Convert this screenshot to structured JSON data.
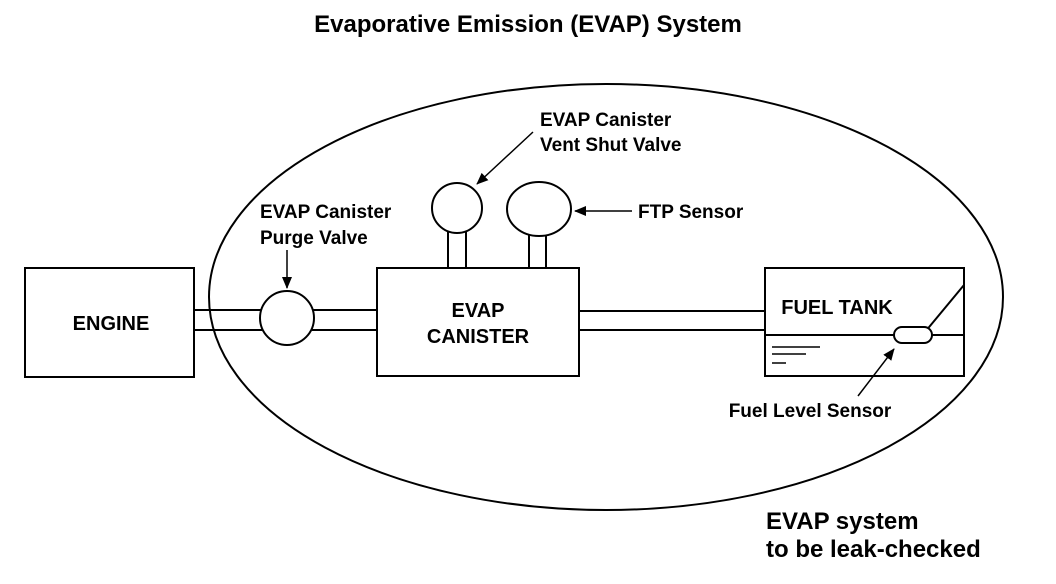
{
  "title": "Evaporative Emission (EVAP) System",
  "components": {
    "engine": "ENGINE",
    "canister_line1": "EVAP",
    "canister_line2": "CANISTER",
    "fuel_tank": "FUEL TANK"
  },
  "labels": {
    "vent_valve_line1": "EVAP Canister",
    "vent_valve_line2": "Vent Shut Valve",
    "purge_valve_line1": "EVAP Canister",
    "purge_valve_line2": "Purge Valve",
    "ftp_sensor": "FTP Sensor",
    "fuel_level_sensor": "Fuel Level Sensor"
  },
  "boundary": {
    "line1": "EVAP system",
    "line2": "to be leak-checked"
  }
}
